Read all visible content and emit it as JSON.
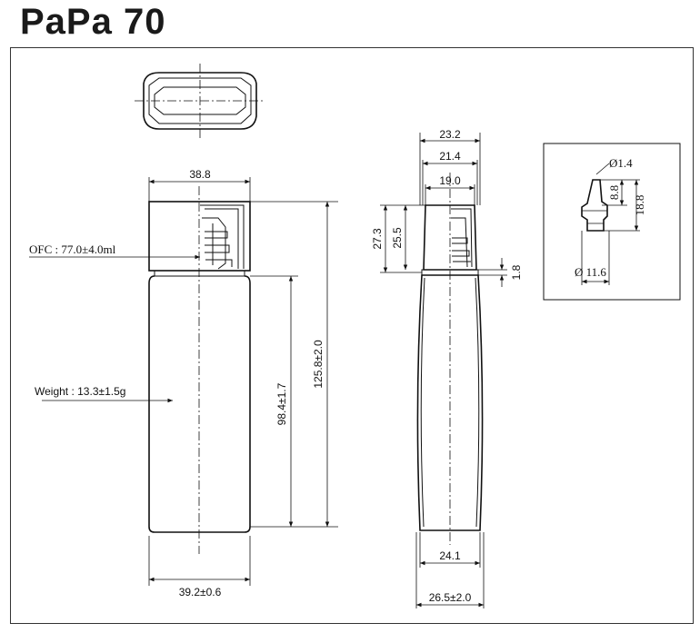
{
  "title": "PaPa 70",
  "notes": {
    "ofc": "OFC : 77.0±4.0ml",
    "weight": "Weight : 13.3±1.5g"
  },
  "front": {
    "cap_width": "38.8",
    "body_width": "39.2±0.6",
    "total_height": "125.8±2.0",
    "body_height": "98.4±1.7"
  },
  "side": {
    "w1": "23.2",
    "w2": "21.4",
    "w3": "19.0",
    "h1": "27.3",
    "h2": "25.5",
    "h3": "1.8",
    "base_inner": "24.1",
    "base_outer": "26.5±2.0"
  },
  "detail": {
    "tip_dia": "Ø1.4",
    "h1": "8.8",
    "h2": "18.8",
    "base_dia": "Ø 11.6"
  }
}
